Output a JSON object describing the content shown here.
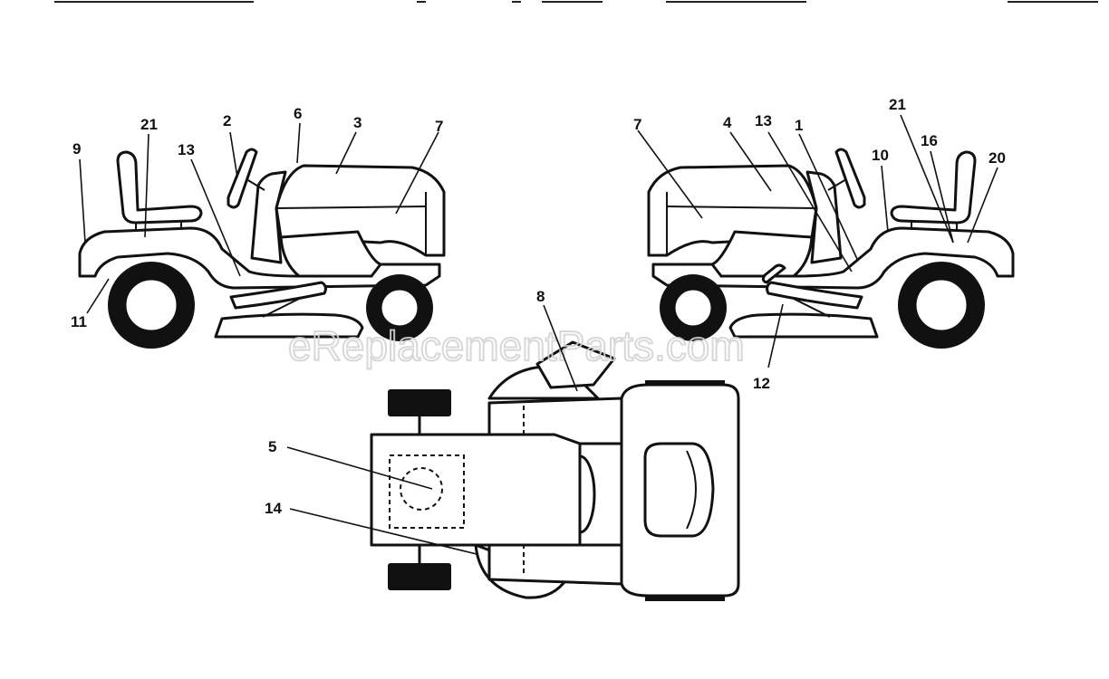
{
  "diagram": {
    "callouts": [
      {
        "id": "left-9",
        "label": "9"
      },
      {
        "id": "left-21",
        "label": "21"
      },
      {
        "id": "left-2",
        "label": "2"
      },
      {
        "id": "left-6",
        "label": "6"
      },
      {
        "id": "left-3",
        "label": "3"
      },
      {
        "id": "left-7",
        "label": "7"
      },
      {
        "id": "left-13",
        "label": "13"
      },
      {
        "id": "left-11",
        "label": "11"
      },
      {
        "id": "right-7",
        "label": "7"
      },
      {
        "id": "right-4",
        "label": "4"
      },
      {
        "id": "right-13",
        "label": "13"
      },
      {
        "id": "right-1",
        "label": "1"
      },
      {
        "id": "right-21",
        "label": "21"
      },
      {
        "id": "right-16",
        "label": "16"
      },
      {
        "id": "right-10",
        "label": "10"
      },
      {
        "id": "right-20",
        "label": "20"
      },
      {
        "id": "right-12",
        "label": "12"
      },
      {
        "id": "top-8",
        "label": "8"
      },
      {
        "id": "top-5",
        "label": "5"
      },
      {
        "id": "top-14",
        "label": "14"
      }
    ]
  },
  "watermark": "eReplacementParts.com"
}
